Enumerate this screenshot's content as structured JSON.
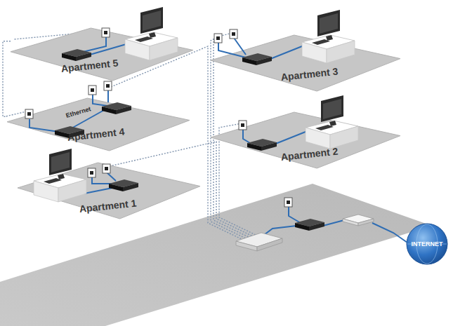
{
  "diagram": {
    "nodes": [
      {
        "text": [
          "Apartment 5"
        ]
      },
      {
        "text": [
          "Apartment 4"
        ]
      },
      {
        "text": [
          "Apartment 1"
        ]
      },
      {
        "text": [
          "Apartment 3"
        ]
      },
      {
        "text": [
          "Apartment 2"
        ]
      },
      {
        "text": [
          "INTERNET"
        ]
      }
    ],
    "edges": [
      {
        "from": 0,
        "to": 1,
        "arrow": "none"
      }
    ],
    "labels": [
      "Ethernet"
    ]
  }
}
